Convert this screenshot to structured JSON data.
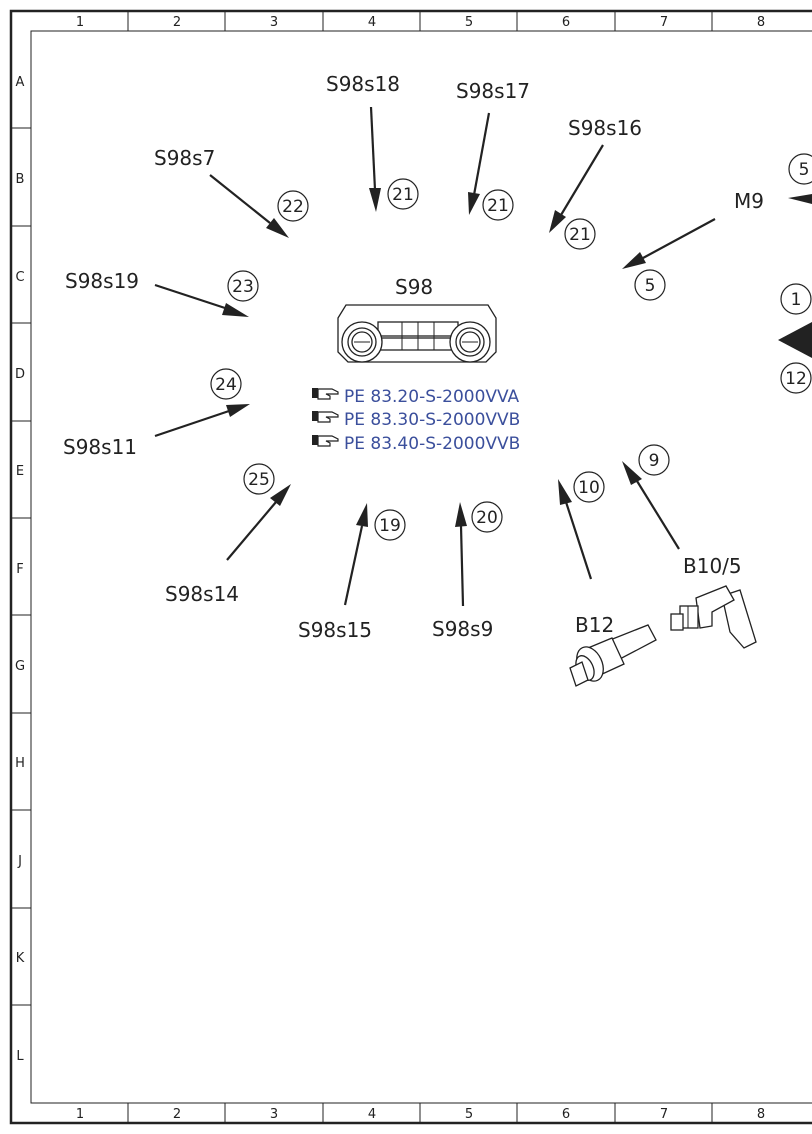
{
  "frame": {
    "columns": [
      "1",
      "2",
      "3",
      "4",
      "5",
      "6",
      "7",
      "8"
    ],
    "rows": [
      "A",
      "B",
      "C",
      "D",
      "E",
      "F",
      "G",
      "H",
      "J",
      "K",
      "L"
    ]
  },
  "component": {
    "label": "S98"
  },
  "references": [
    "PE 83.20-S-2000VVA",
    "PE 83.30-S-2000VVB",
    "PE 83.40-S-2000VVB"
  ],
  "labels": {
    "s98s18": "S98s18",
    "s98s17": "S98s17",
    "s98s16": "S98s16",
    "s98s7": "S98s7",
    "m9": "M9",
    "s98s19": "S98s19",
    "s98s11": "S98s11",
    "s98s14": "S98s14",
    "s98s15": "S98s15",
    "s98s9": "S98s9",
    "b12": "B12",
    "b10_5": "B10/5"
  },
  "callouts": {
    "c21a": "21",
    "c21b": "21",
    "c21c": "21",
    "c22": "22",
    "c23": "23",
    "c24": "24",
    "c25": "25",
    "c5": "5",
    "c19": "19",
    "c20": "20",
    "c10": "10",
    "c9": "9",
    "edge_top": "5",
    "edge_mid": "1",
    "edge_low": "12"
  }
}
